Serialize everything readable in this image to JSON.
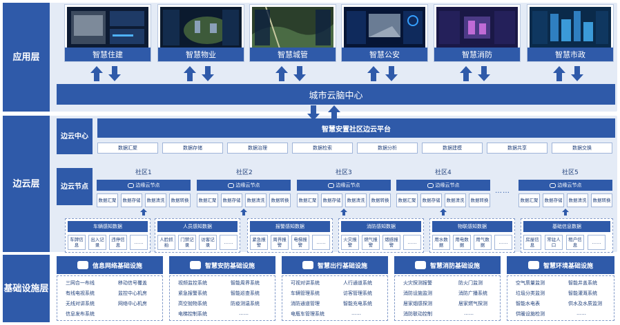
{
  "layers": {
    "app": "应用层",
    "edge": "边云层",
    "base": "基础设施层"
  },
  "apps": [
    "智慧住建",
    "智慧物业",
    "智慧城管",
    "智慧公安",
    "智慧消防",
    "智慧市政"
  ],
  "city_brain": "城市云脑中心",
  "edge_center": {
    "label": "边云中心",
    "platform": "智慧安置社区边云平台",
    "functions": [
      "数据汇聚",
      "数据存储",
      "数据治理",
      "数据检索",
      "数据分析",
      "数据建模",
      "数据共享",
      "数据交换"
    ]
  },
  "edge_node_label": "边云节点",
  "communities": [
    {
      "name": "社区1",
      "node": "边缘云节点",
      "cells": [
        "数据汇聚",
        "数据存储",
        "数据清洗",
        "数据转换"
      ]
    },
    {
      "name": "社区2",
      "node": "边缘云节点",
      "cells": [
        "数据汇聚",
        "数据存储",
        "数据清洗",
        "数据转换"
      ]
    },
    {
      "name": "社区3",
      "node": "边缘云节点",
      "cells": [
        "数据汇聚",
        "数据存储",
        "数据清洗",
        "数据转换"
      ]
    },
    {
      "name": "社区4",
      "node": "边缘云节点",
      "cells": [
        "数据汇聚",
        "数据存储",
        "数据清洗",
        "数据转换"
      ]
    },
    {
      "name": "社区5",
      "node": "边缘云节点",
      "cells": [
        "数据汇聚",
        "数据存储",
        "数据清洗",
        "数据转换"
      ]
    }
  ],
  "ellipsis": "……",
  "perception": [
    {
      "title": "车辆感知数据",
      "cells": [
        "车牌信息",
        "出入记录",
        "违停信息",
        "……"
      ]
    },
    {
      "title": "人员感知数据",
      "cells": [
        "人脸抓拍",
        "门禁记录",
        "访客记录",
        "……"
      ]
    },
    {
      "title": "报警感知数据",
      "cells": [
        "紧急报警",
        "周界报警",
        "电梯报警",
        "……"
      ]
    },
    {
      "title": "消防感知数据",
      "cells": [
        "火灾报警",
        "燃气报警",
        "烟感报警",
        "……"
      ]
    },
    {
      "title": "物联感知数据",
      "cells": [
        "用水数据",
        "用电数据",
        "用气数据",
        "……"
      ]
    },
    {
      "title": "基础信息数据",
      "cells": [
        "房屋信息",
        "常驻人口",
        "租户信息",
        "……"
      ]
    }
  ],
  "facilities": [
    {
      "title": "信息网络基础设施",
      "icon": "gear-network-icon",
      "items": [
        "三网合一布线",
        "移动信号覆盖",
        "有线电视系统",
        "监控中心机房",
        "无线对讲系统",
        "网络中心机房",
        "信息发布系统"
      ]
    },
    {
      "title": "智慧安防基础设施",
      "icon": "camera-icon",
      "items": [
        "视频监控系统",
        "智能周界系统",
        "紧急报警系统",
        "智能巡查系统",
        "高空抛物系统",
        "防疫测温系统",
        "电梯控制系统",
        "……"
      ]
    },
    {
      "title": "智慧出行基础设施",
      "icon": "car-icon",
      "items": [
        "可视对讲系统",
        "人行通道系统",
        "车辆管理系统",
        "访客管理系统",
        "消防通道管理",
        "智能充电系统",
        "电瓶车管理系统",
        "……"
      ]
    },
    {
      "title": "智慧消防基础设施",
      "icon": "flame-icon",
      "items": [
        "火灾探测报警",
        "防火门监测",
        "消防设施监测",
        "消防广播系统",
        "居家烟感探测",
        "居家燃气探测",
        "消防联动控制",
        "……"
      ]
    },
    {
      "title": "智慧环境基础设施",
      "icon": "house-icon",
      "items": [
        "空气质量监测",
        "智能井盖系统",
        "垃圾分类监测",
        "智能灌溉系统",
        "智能水电表",
        "供水及水质监测",
        "供暖设施检测",
        "……"
      ]
    }
  ]
}
